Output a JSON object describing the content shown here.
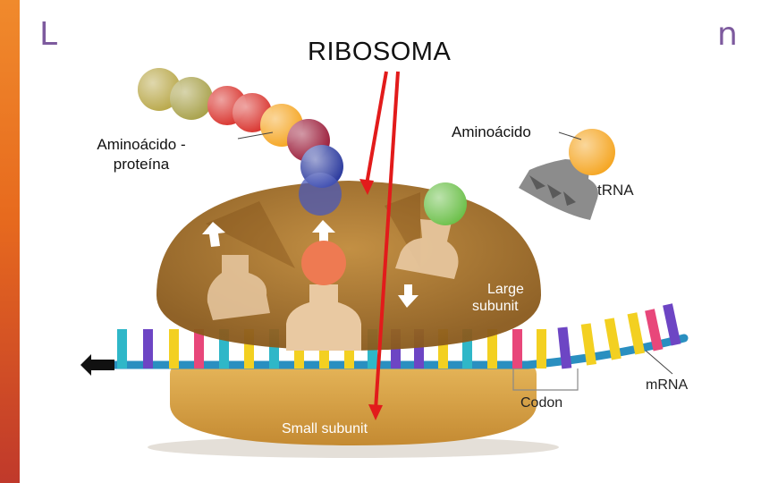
{
  "background": {
    "left_letter": "L",
    "right_letter": "n"
  },
  "labels": {
    "title": "RIBOSOMA",
    "aminoacid_protein": "Aminoácido - proteína",
    "aminoacid": "Aminoácido",
    "trna": "tRNA",
    "large_subunit_line1": "Large",
    "large_subunit_line2": "subunit",
    "small_subunit": "Small subunit",
    "codon": "Codon",
    "mrna": "mRNA"
  },
  "colors": {
    "accent_bar": "#e76a1e",
    "pointer_arrow": "#e21b1b",
    "large_subunit": "#a06a22",
    "small_subunit": "#d9a74a",
    "mrna_strand": "#2a8fc0"
  },
  "icons": {
    "direction_arrow": "arrow-left-icon",
    "movement_arrows": "arrow-icon"
  }
}
